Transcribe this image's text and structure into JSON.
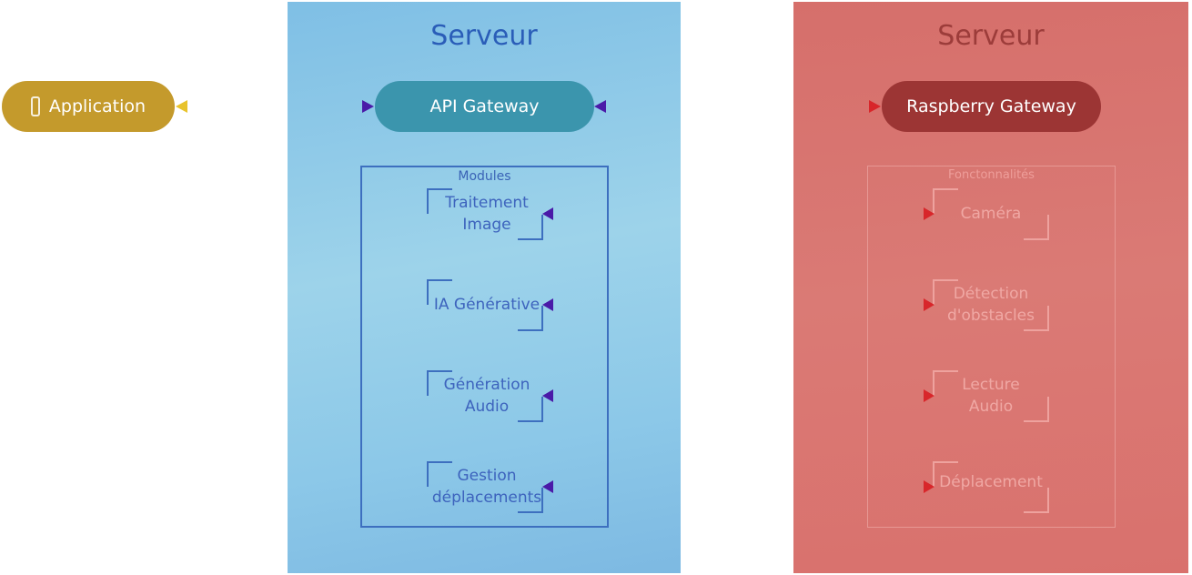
{
  "colors": {
    "left_panel": "#8cc8e8",
    "right_panel": "#d9716d",
    "application": "#c49a2c",
    "api_gateway": "#3b95ad",
    "raspberry_gateway": "#9c3534",
    "arrow_yellow": "#e8c32c",
    "arrow_purple": "#4a1aa8",
    "arrow_red": "#d8262a"
  },
  "left_panel": {
    "title": "Serveur"
  },
  "right_panel": {
    "title": "Serveur"
  },
  "application": {
    "label": "Application",
    "icon": "phone-icon"
  },
  "api_gateway": {
    "label": "API Gateway"
  },
  "raspberry_gateway": {
    "label": "Raspberry Gateway"
  },
  "modules": {
    "title": "Modules",
    "items": [
      {
        "line1": "Traitement",
        "line2": "Image"
      },
      {
        "line1": "IA Générative",
        "line2": ""
      },
      {
        "line1": "Génération",
        "line2": "Audio"
      },
      {
        "line1": "Gestion",
        "line2": "déplacements"
      }
    ]
  },
  "fonctionnalites": {
    "title": "Fonctonnalités",
    "items": [
      {
        "line1": "Caméra",
        "line2": ""
      },
      {
        "line1": "Détection",
        "line2": "d'obstacles"
      },
      {
        "line1": "Lecture",
        "line2": "Audio"
      },
      {
        "line1": "Déplacement",
        "line2": ""
      }
    ]
  }
}
